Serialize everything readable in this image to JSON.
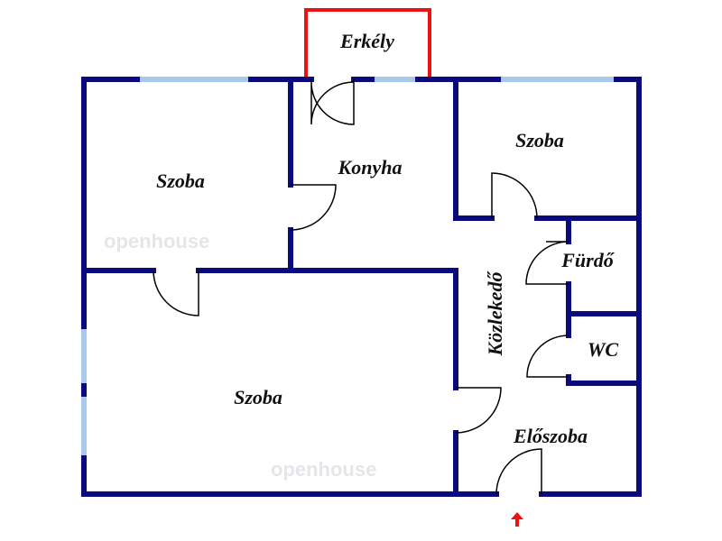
{
  "rooms": {
    "balcony": "Erkély",
    "room_top_left": "Szoba",
    "kitchen": "Konyha",
    "room_top_right": "Szoba",
    "bathroom": "Fürdő",
    "corridor": "Közlekedő",
    "wc": "WC",
    "room_large": "Szoba",
    "hall": "Előszoba"
  },
  "watermark": "openhouse",
  "colors": {
    "wall": "#0b0b7e",
    "window": "#a9c8ea",
    "balcony": "#ee1111",
    "entrance_arrow": "#ee1111"
  }
}
